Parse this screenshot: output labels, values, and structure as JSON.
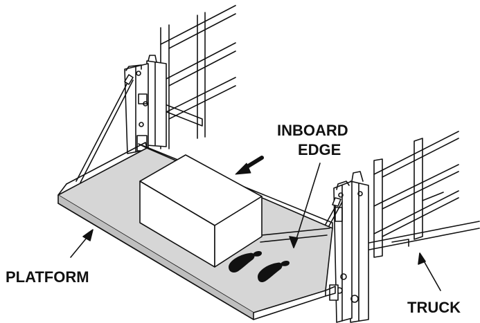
{
  "diagram": {
    "labels": {
      "inboard_edge_line1": "INBOARD",
      "inboard_edge_line2": "EDGE",
      "platform": "PLATFORM",
      "truck": "TRUCK"
    },
    "colors": {
      "line": "#111111",
      "fill": "#ffffff",
      "platform_top": "#d6d6d6",
      "platform_edge": "#bfbfbf",
      "foot_mark": "#111111"
    }
  }
}
